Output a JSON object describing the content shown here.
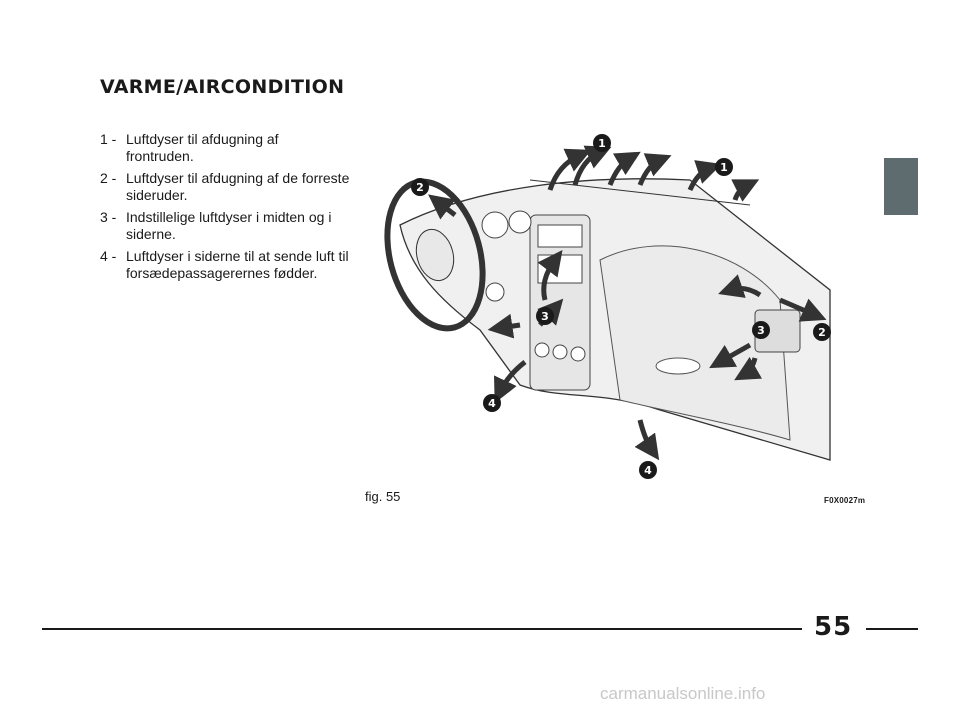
{
  "heading": "VARME/AIRCONDITION",
  "legend": [
    {
      "num": "1 -",
      "text": "Luftdyser til afdugning af frontruden."
    },
    {
      "num": "2 -",
      "text": "Luftdyser til afdugning af de forreste sideruder."
    },
    {
      "num": "3 -",
      "text": "Indstillelige luftdyser i midten og i siderne."
    },
    {
      "num": "4 -",
      "text": "Luftdyser i siderne til at sende luft til forsædepassagerernes fødder."
    }
  ],
  "figure": {
    "label": "fig. 55",
    "code": "F0X0027m",
    "callouts": [
      "1",
      "1",
      "2",
      "2",
      "3",
      "3",
      "4",
      "4"
    ]
  },
  "page_number": "55",
  "watermark": "carmanualsonline.info",
  "colors": {
    "tab": "#5e6b6f",
    "badge": "#1a1a1a",
    "dashboard": "#f0f0f0"
  }
}
